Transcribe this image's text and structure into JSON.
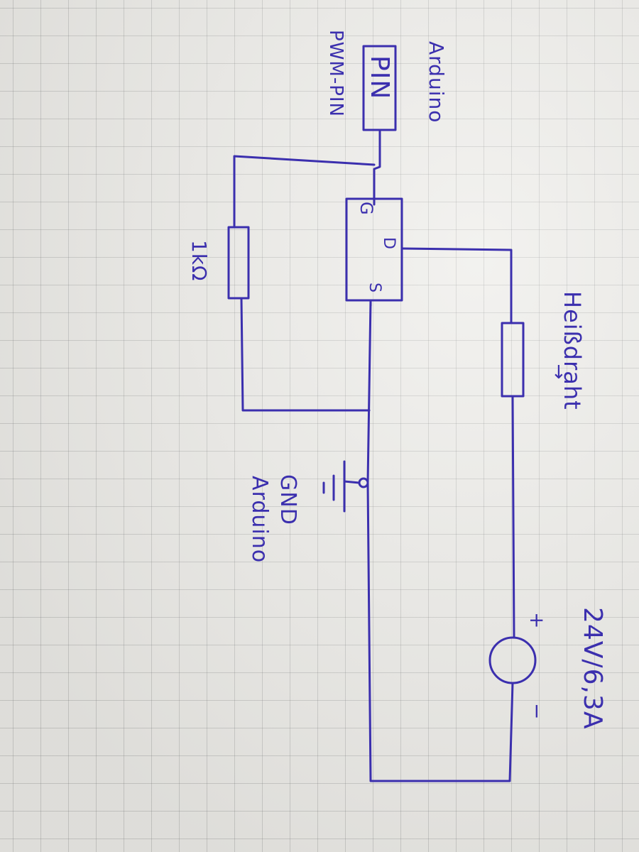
{
  "diagram": {
    "ink_color": "#3b2fae",
    "paper_color": "#ecebe7",
    "labels": {
      "arduino": "Arduino",
      "pin": "PIN",
      "pwm_pin": "PWM-PIN",
      "gate": "G",
      "drain": "D",
      "source": "S",
      "resistor": "1kΩ",
      "heating_wire": "Heißdraht",
      "heating_wire_arrow": "↓",
      "gnd": "GND",
      "gnd_arduino": "Arduino",
      "supply": "24V/6,3A",
      "plus": "+",
      "minus": "−"
    }
  }
}
